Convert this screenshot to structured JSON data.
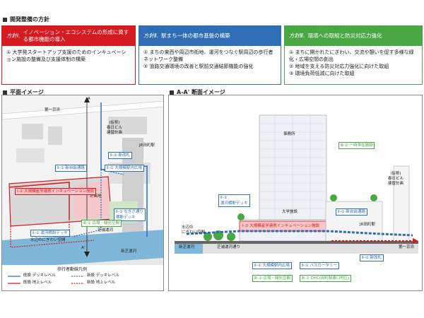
{
  "header": {
    "title": "開発整備の方針"
  },
  "policies": [
    {
      "num": "方針Ⅰ.",
      "title": "イノベーション・エコシステムの形成に資する都市機能の導入",
      "items": [
        "① 大学発スタートアップ支援のためのインキュベーション施設の整備及び支援体制の構築"
      ]
    },
    {
      "num": "方針Ⅱ.",
      "title": "駅まち一体の都市基盤の構築",
      "items": [
        "① まちの東西や周辺市街地、運河をつなぐ駅周辺の歩行者ネットワーク整備",
        "② 道路交通環境の改善と駅前交通結節機能の強化"
      ]
    },
    {
      "num": "方針Ⅲ.",
      "title": "環境への取組と防災対応力強化",
      "items": [
        "① まちに開かれたにぎわい、交流や憩いを促す多様な緑化・広場空間の創出",
        "② 地域を支える防災対応力強化に向けた取組",
        "③ 環境負荷低減に向けた取組"
      ]
    }
  ],
  "plan": {
    "title": "平面イメージ",
    "labels": {
      "keihin": "第一京浜",
      "kasuga": "(仮称)\n春日ビル\n建替計画",
      "jr": "JR田町駅",
      "keikaku": "計画地",
      "shibaura_canal": "芝浦運河",
      "waterfront": "水辺のにぎわい空間",
      "shinshibaura": "新芝運河",
      "section_a": "A",
      "section_a2": "A'"
    },
    "boxes": {
      "b1": "Ⅱ-① 新改札",
      "b2": "Ⅱ-① 新自由通路",
      "b3": "Ⅱ-① 大規模駅内広場",
      "b4": "Ⅰ-① 大規模産学連携インキュベーション施設",
      "b5": "Ⅱ-① なぎさ通り\n横断デッキ",
      "b6": "Ⅲ-① 広場・緑化空間",
      "b7": "Ⅱ-① 運河横断デッキ"
    },
    "legend": {
      "title": "歩行者動線凡例",
      "existing": "既設",
      "new": "新設",
      "deck": "デッキレベル",
      "ground": "地上レベル"
    }
  },
  "section": {
    "title": "A-A' 断面イメージ",
    "labels": {
      "office": "事務所",
      "univ": "大学施設",
      "kasuga": "(仮称)\n春日ビル\n建替計画",
      "jr": "JR田町駅",
      "waterfront": "水辺の\nにぎわい空間",
      "shinshibaura": "新芝運河",
      "shibaura_canal": "芝浦運河通り",
      "keihin": "第一京浜"
    },
    "boxes": {
      "s1": "Ⅲ-② 一時滞在施設",
      "s2": "Ⅱ-①\n運河横断デッキ",
      "s3": "Ⅱ-① 新自由通路",
      "s4": "Ⅰ-① 大規模産学連携インキュベーション施設",
      "s5": "Ⅱ-① 新改札",
      "s6": "Ⅱ-① 大規模駅内広場",
      "s7": "Ⅱ-② バスロータリー",
      "s8": "Ⅲ-① 広場・緑化空間",
      "s9": "Ⅲ-③ DHC(田町駅東口地区)"
    }
  }
}
